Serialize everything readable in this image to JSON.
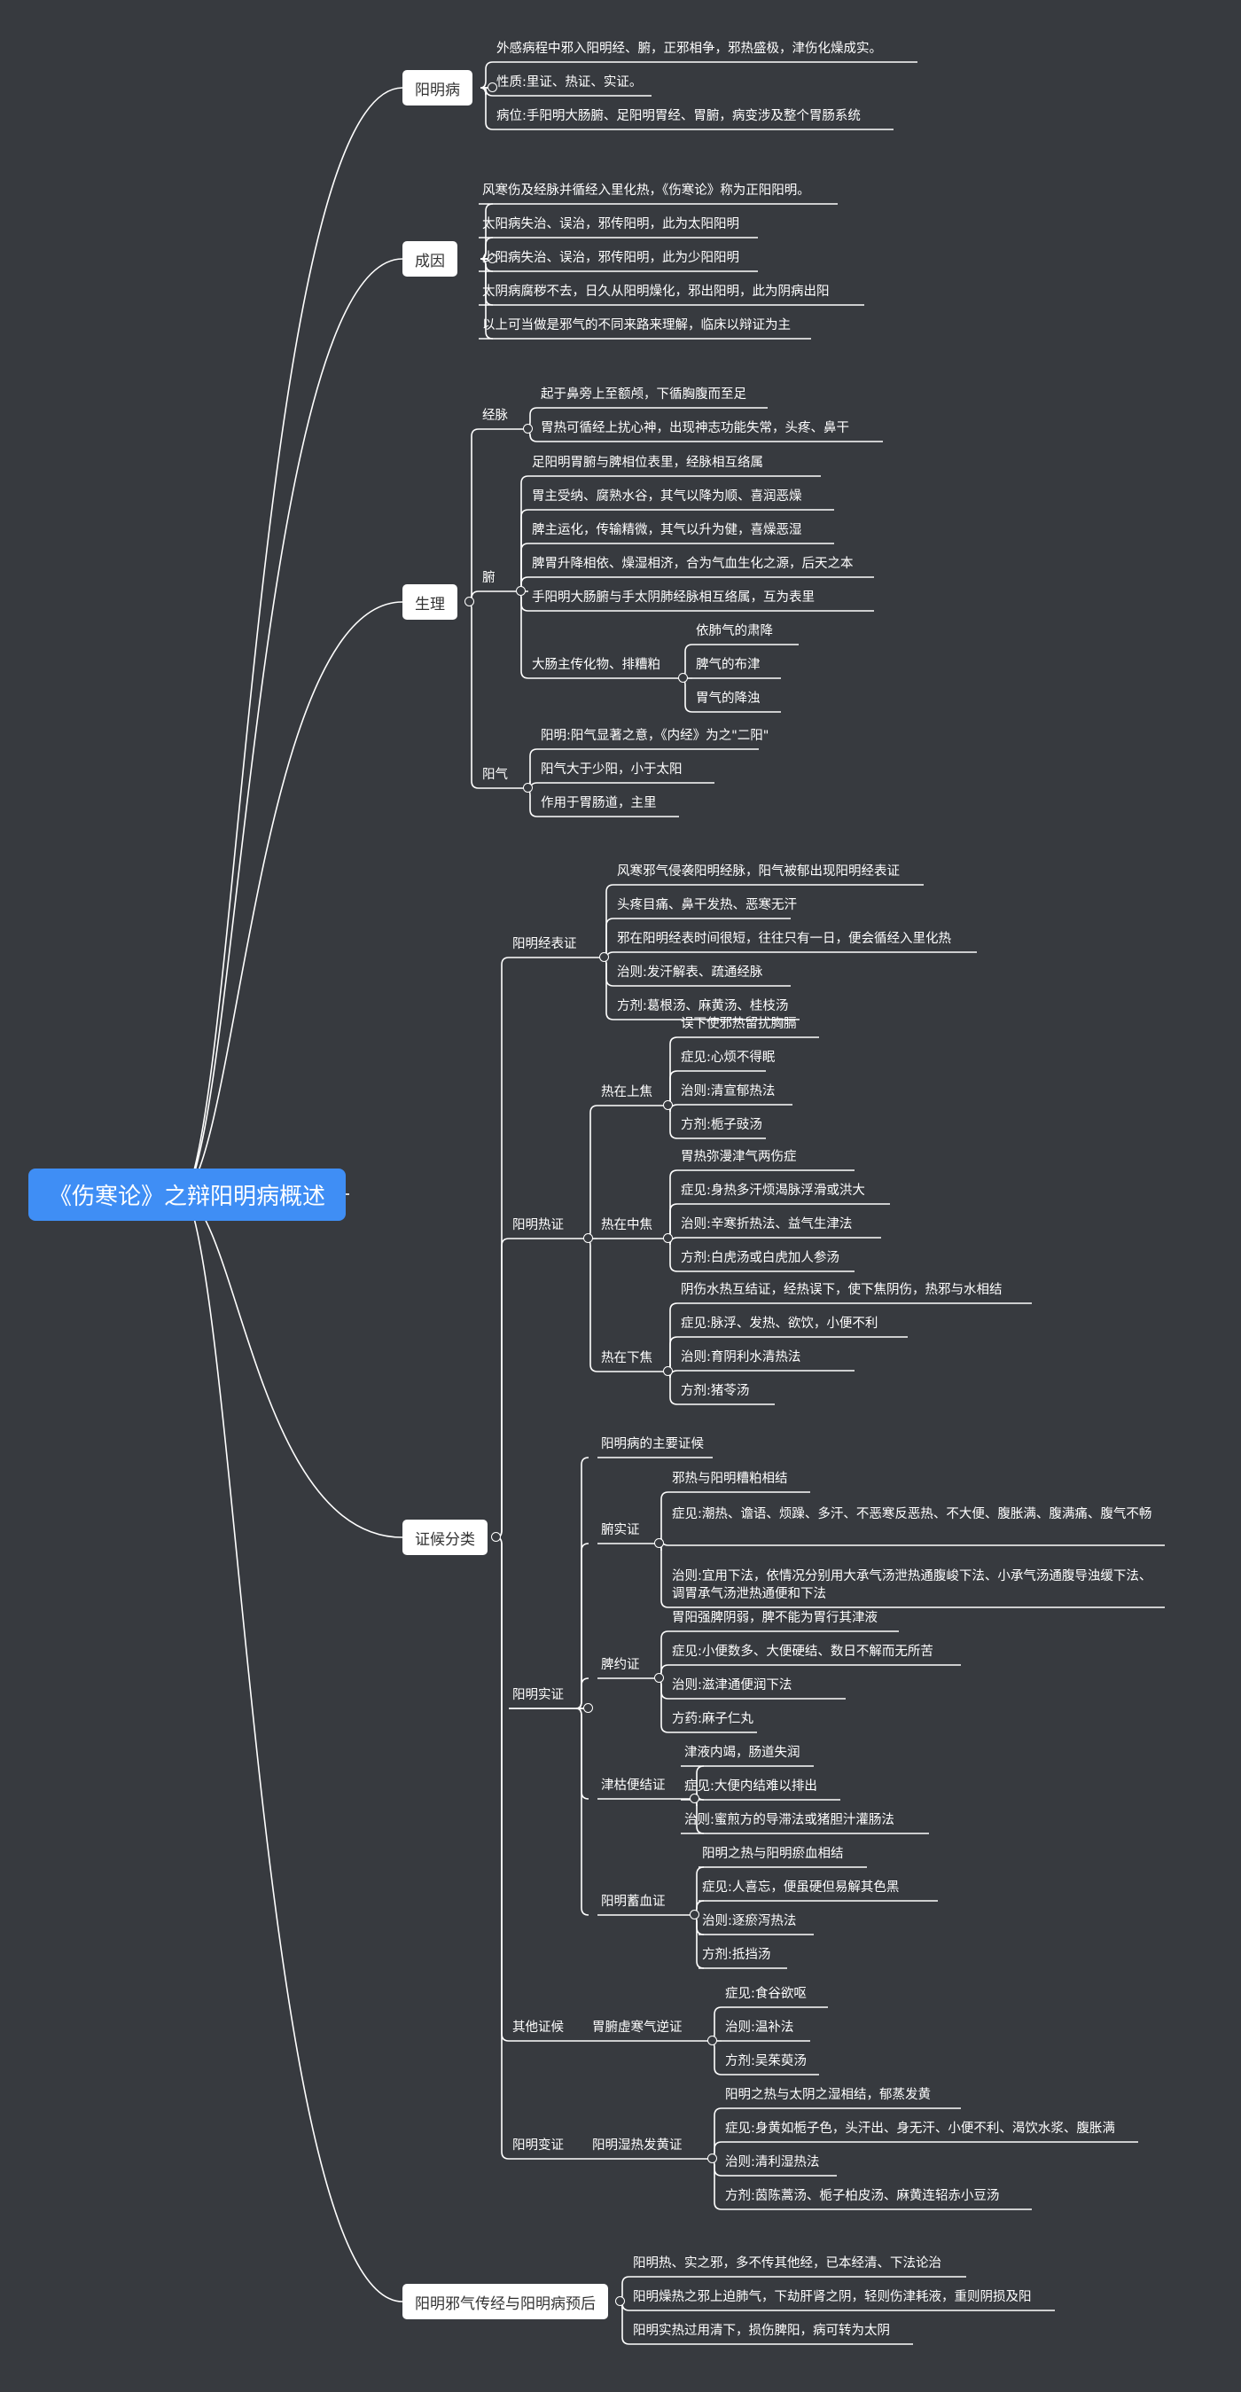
{
  "root": "《伤寒论》之辩阳明病概述",
  "l1": {
    "ymb": "阳明病",
    "cy": "成因",
    "sl": "生理",
    "zhfl": "证候分类",
    "yh": "阳明邪气传经与阳明病预后"
  },
  "ymb": [
    "外感病程中邪入阳明经、腑，正邪相争，邪热盛极，津伤化燥成实。",
    "性质:里证、热证、实证。",
    "病位:手阳明大肠腑、足阳明胃经、胃腑，病变涉及整个胃肠系统"
  ],
  "cy": [
    "风寒伤及经脉并循经入里化热，《伤寒论》称为正阳阳明。",
    "太阳病失治、误治，邪传阳明，此为太阳阳明",
    "少阳病失治、误治，邪传阳明，此为少阳阳明",
    "太阴病腐秽不去，日久从阳明燥化，邪出阳明，此为阴病出阳",
    "以上可当做是邪气的不同来路来理解，临床以辩证为主"
  ],
  "sl": {
    "jm": "经脉",
    "jm_items": [
      "起于鼻旁上至额颅，下循胸腹而至足",
      "胃热可循经上扰心神，出现神志功能失常，头疼、鼻干"
    ],
    "fu": "腑",
    "fu_items": [
      "足阳明胃腑与脾相位表里，经脉相互络属",
      "胃主受纳、腐熟水谷，其气以降为顺、喜润恶燥",
      "脾主运化，传输精微，其气以升为健，喜燥恶湿",
      "脾胃升降相依、燥湿相济，合为气血生化之源，后天之本",
      "手阳明大肠腑与手太阴肺经脉相互络属，互为表里"
    ],
    "dc": "大肠主传化物、排糟粕",
    "dc_items": [
      "依肺气的肃降",
      "脾气的布津",
      "胃气的降浊"
    ],
    "yq": "阳气",
    "yq_items": [
      "阳明:阳气显著之意，《内经》为之\"二阳\"",
      "阳气大于少阳，小于太阳",
      "作用于胃肠道，主里"
    ]
  },
  "zh": {
    "jb": "阳明经表证",
    "jb_items": [
      "风寒邪气侵袭阳明经脉，阳气被郁出现阳明经表证",
      "头疼目痛、鼻干发热、恶寒无汗",
      "邪在阳明经表时间很短，往往只有一日，便会循经入里化热",
      "治则:发汗解表、疏通经脉",
      "方剂:葛根汤、麻黄汤、桂枝汤"
    ],
    "rz": "阳明热证",
    "sj": "热在上焦",
    "sj_items": [
      "误下使邪热留扰胸膈",
      "症见:心烦不得眠",
      "治则:清宣郁热法",
      "方剂:栀子豉汤"
    ],
    "zj": "热在中焦",
    "zj_items": [
      "胃热弥漫津气两伤症",
      "症见:身热多汗烦渴脉浮滑或洪大",
      "治则:辛寒折热法、益气生津法",
      "方剂:白虎汤或白虎加人参汤"
    ],
    "xj": "热在下焦",
    "xj_items": [
      "阴伤水热互结证，经热误下，使下焦阴伤，热邪与水相结",
      "症见:脉浮、发热、欲饮，小便不利",
      "治则:育阴利水清热法",
      "方剂:猪苓汤"
    ],
    "sz": "阳明实证",
    "sz_first": "阳明病的主要证候",
    "fs": "腑实证",
    "fs_items": [
      "邪热与阳明糟粕相结",
      "症见:潮热、谵语、烦躁、多汗、不恶寒反恶热、不大便、腹胀满、腹满痛、腹气不畅",
      "治则:宜用下法，依情况分别用大承气汤泄热通腹峻下法、小承气汤通腹导浊缓下法、调胃承气汤泄热通便和下法"
    ],
    "py": "脾约证",
    "py_items": [
      "胃阳强脾阴弱，脾不能为胃行其津液",
      "症见:小便数多、大便硬结、数日不解而无所苦",
      "治则:滋津通便润下法",
      "方药:麻子仁丸"
    ],
    "jk": "津枯便结证",
    "jk_items": [
      "津液内竭，肠道失润",
      "症见:大便内结难以排出",
      "治则:蜜煎方的导滞法或猪胆汁灌肠法"
    ],
    "xy": "阳明蓄血证",
    "xy_items": [
      "阳明之热与阳明瘀血相结",
      "症见:人喜忘，便虽硬但易解其色黑",
      "治则:逐瘀泻热法",
      "方剂:抵挡汤"
    ],
    "qt": "其他证候",
    "wf": "胃腑虚寒气逆证",
    "wf_items": [
      "症见:食谷欲呕",
      "治则:温补法",
      "方剂:吴茱萸汤"
    ],
    "bz": "阳明变证",
    "sr": "阳明湿热发黄证",
    "sr_items": [
      "阳明之热与太阴之湿相结，郁蒸发黄",
      "症见:身黄如栀子色，头汗出、身无汗、小便不利、渴饮水浆、腹胀满",
      "治则:清利湿热法",
      "方剂:茵陈蒿汤、栀子柏皮汤、麻黄连轺赤小豆汤"
    ]
  },
  "yh": [
    "阳明热、实之邪，多不传其他经，已本经清、下法论治",
    "阳明燥热之邪上迫肺气，下劫肝肾之阴，轻则伤津耗液，重则阴损及阳",
    "阳明实热过用清下，损伤脾阳，病可转为太阴"
  ]
}
